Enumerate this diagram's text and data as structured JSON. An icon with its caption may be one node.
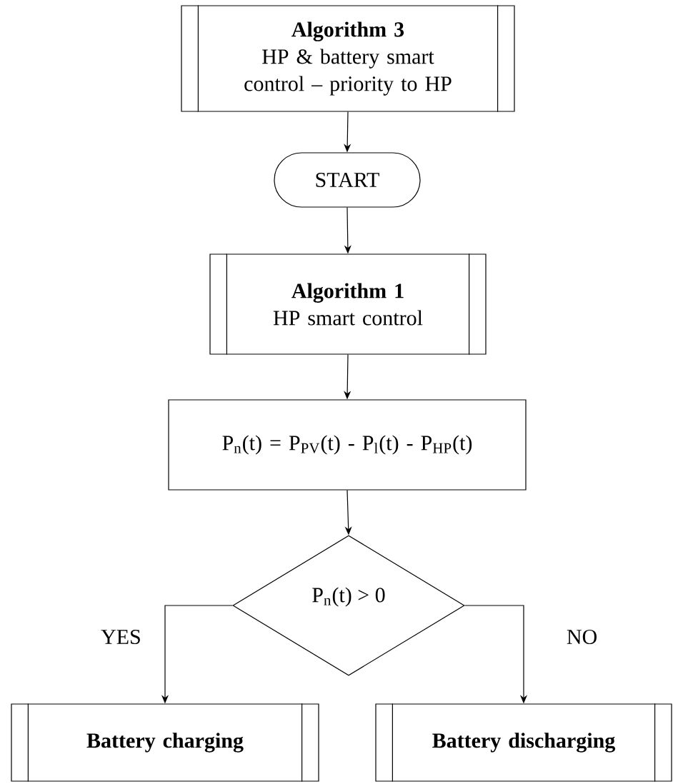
{
  "diagram": {
    "nodes": [
      {
        "text": [
          "Algorithm 3",
          "HP & battery smart control – priority to HP"
        ]
      },
      {
        "text": [
          "START"
        ]
      },
      {
        "text": [
          "Algorithm 1",
          "HP smart control"
        ]
      },
      {
        "text": [
          "P$_{n}$(t) = P$_{PV}$(t) - P$_{l}$(t) - P$_{HP}$(t)"
        ]
      },
      {
        "text": [
          "P$_{n}$(t) > 0"
        ]
      },
      {
        "text": [
          "Battery charging"
        ]
      },
      {
        "text": [
          "Battery discharging"
        ]
      }
    ],
    "edges": [
      {
        "from": 0,
        "to": 1,
        "arrow": "to"
      },
      {
        "from": 1,
        "to": 2,
        "arrow": "to"
      },
      {
        "from": 2,
        "to": 3,
        "arrow": "to"
      },
      {
        "from": 3,
        "to": 4,
        "arrow": "to"
      },
      {
        "from": 4,
        "to": 5,
        "arrow": "to",
        "label": "YES"
      },
      {
        "from": 4,
        "to": 6,
        "arrow": "to",
        "label": "NO"
      }
    ]
  }
}
